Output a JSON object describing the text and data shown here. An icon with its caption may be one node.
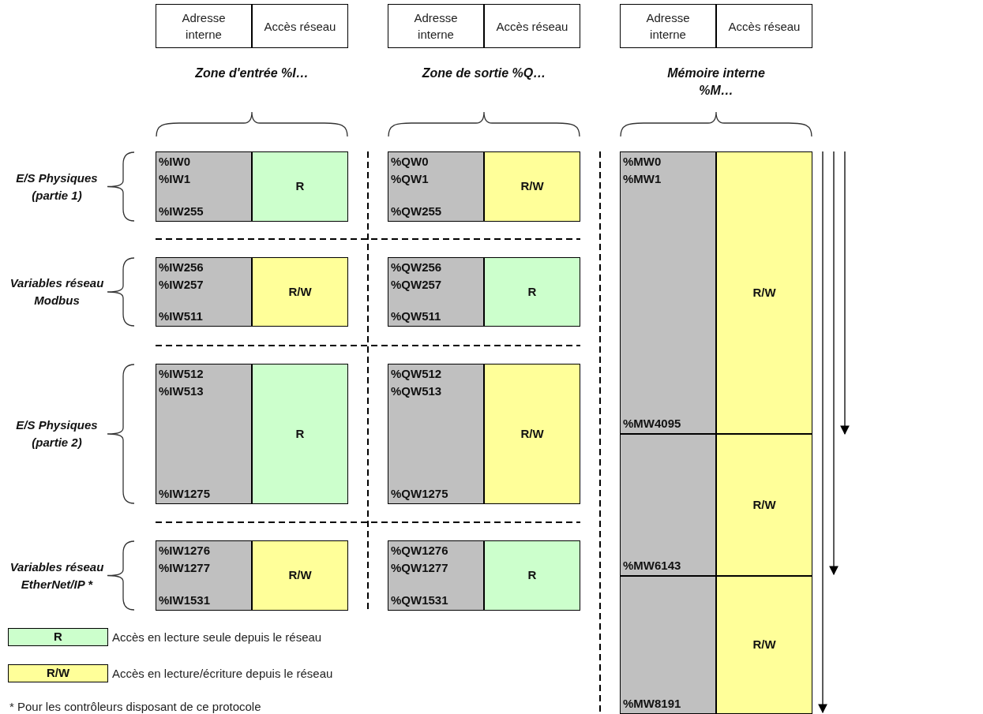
{
  "diagram": {
    "nodes": [
      {
        "text": [
          "Adresse interne"
        ]
      },
      {
        "text": [
          "Accès réseau"
        ]
      },
      {
        "text": [
          "Adresse interne"
        ]
      },
      {
        "text": [
          "Accès réseau"
        ]
      },
      {
        "text": [
          "Adresse interne"
        ]
      },
      {
        "text": [
          "Accès réseau"
        ]
      },
      {
        "text": [
          "%IW0",
          "%IW1",
          "%IW255"
        ]
      },
      {
        "text": [
          "R"
        ]
      },
      {
        "text": [
          "%QW0",
          "%QW1",
          "%QW255"
        ]
      },
      {
        "text": [
          "R/W"
        ]
      },
      {
        "text": [
          "%MW0",
          "%MW1",
          "%MW4095"
        ]
      },
      {
        "text": [
          "R/W"
        ]
      },
      {
        "text": [
          "%IW256",
          "%IW257",
          "%IW511"
        ]
      },
      {
        "text": [
          "R/W"
        ]
      },
      {
        "text": [
          "%QW256",
          "%QW257",
          "%QW511"
        ]
      },
      {
        "text": [
          "R"
        ]
      },
      {
        "text": [
          "%IW512",
          "%IW513",
          "%IW1275"
        ]
      },
      {
        "text": [
          "R"
        ]
      },
      {
        "text": [
          "%QW512",
          "%QW513",
          "%QW1275"
        ]
      },
      {
        "text": [
          "R/W"
        ]
      },
      {
        "text": [
          "%MW6143"
        ]
      },
      {
        "text": [
          "R/W"
        ]
      },
      {
        "text": [
          "%IW1276",
          "%IW1277",
          "%IW1531"
        ]
      },
      {
        "text": [
          "R/W"
        ]
      },
      {
        "text": [
          "%QW1276",
          "%QW1277",
          "%QW1531"
        ]
      },
      {
        "text": [
          "R"
        ]
      },
      {
        "text": [
          "%MW8191"
        ]
      },
      {
        "text": [
          "R/W"
        ]
      }
    ],
    "labels": [
      "Zone d'entrée %I…",
      "Zone de sortie %Q…",
      "Mémoire interne %M…",
      "E/S Physiques (partie 1)",
      "Variables réseau Modbus",
      "E/S Physiques (partie 2)",
      "Variables réseau EtherNet/IP *",
      "R",
      "R/W",
      "* Pour les contrôleurs disposant de ce protocole"
    ],
    "legend": [
      {
        "text": "Accès en lecture seule depuis le réseau",
        "color": "#ccffcc"
      },
      {
        "text": "Accès en lecture/écriture depuis le réseau",
        "color": "#ffff99"
      }
    ]
  }
}
